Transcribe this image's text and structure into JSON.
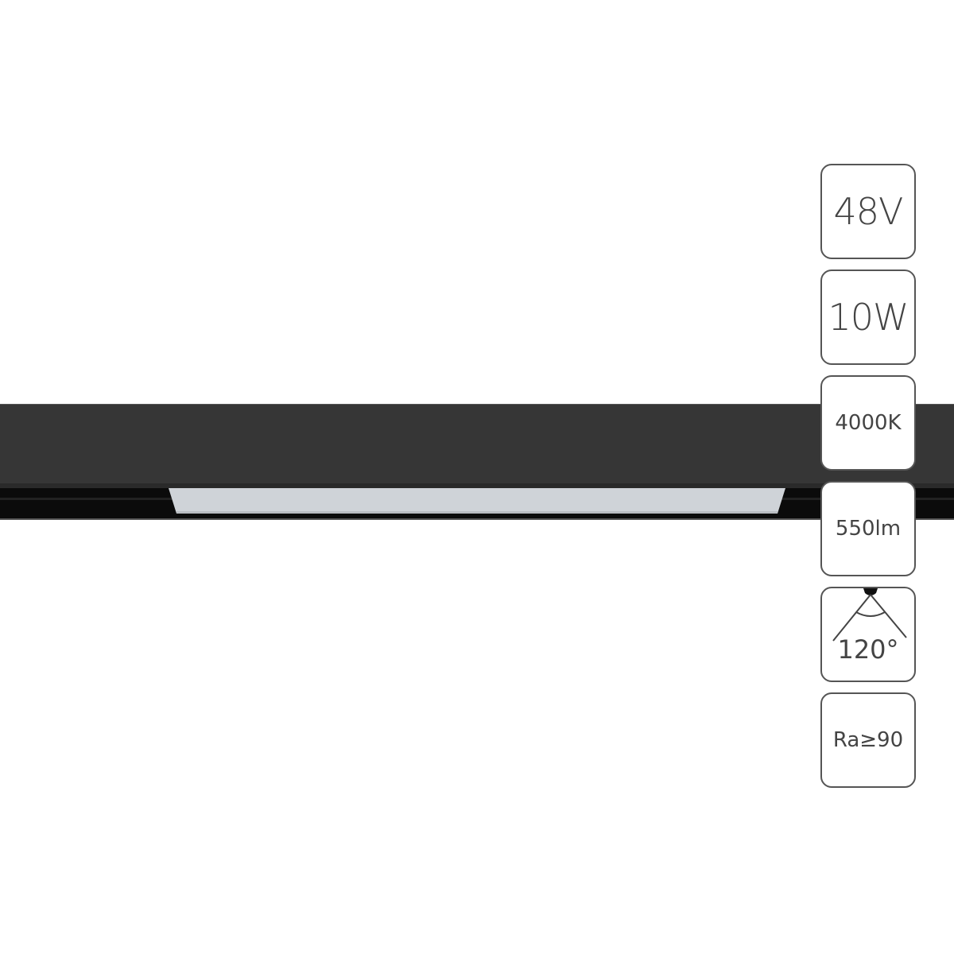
{
  "product": {
    "type": "magnetic track linear LED light",
    "body_color": "#363636",
    "diffuser_color": "#cfd3d8"
  },
  "specs": [
    {
      "id": "voltage",
      "label": "48V",
      "icon": "voltage-badge"
    },
    {
      "id": "power",
      "label": "10W",
      "icon": "power-badge"
    },
    {
      "id": "color_temperature",
      "label": "4000K",
      "icon": "color-temperature-badge"
    },
    {
      "id": "luminous_flux",
      "label": "550lm",
      "icon": "luminous-flux-badge"
    },
    {
      "id": "beam_angle",
      "label": "120°",
      "icon": "beam-angle-icon"
    },
    {
      "id": "cri",
      "label": "Ra≥90",
      "icon": "cri-badge"
    }
  ]
}
